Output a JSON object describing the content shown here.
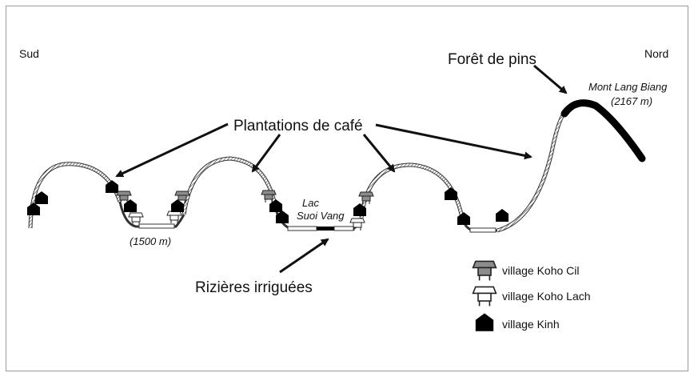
{
  "direction": {
    "south": "Sud",
    "north": "Nord"
  },
  "labels": {
    "coffee": "Plantations de café",
    "pines": "Forêt de pins",
    "rice": "Rizières irriguées",
    "lake_line1": "Lac",
    "lake_line2": "Suoi Vang",
    "altitude_low": "(1500 m)",
    "mountain_name": "Mont Lang Biang",
    "mountain_alt": "(2167 m)"
  },
  "legend": [
    {
      "label": "village Koho Cil",
      "icon": "house-stilt-gray-icon",
      "color": "#8c8c8c"
    },
    {
      "label": "village Koho Lach",
      "icon": "house-stilt-white-icon",
      "color": "#ffffff"
    },
    {
      "label": "village Kinh",
      "icon": "house-black-icon",
      "color": "#000000"
    }
  ],
  "colors": {
    "ink": "#111111",
    "frame": "#9a9a9a",
    "cil": "#8c8c8c"
  }
}
